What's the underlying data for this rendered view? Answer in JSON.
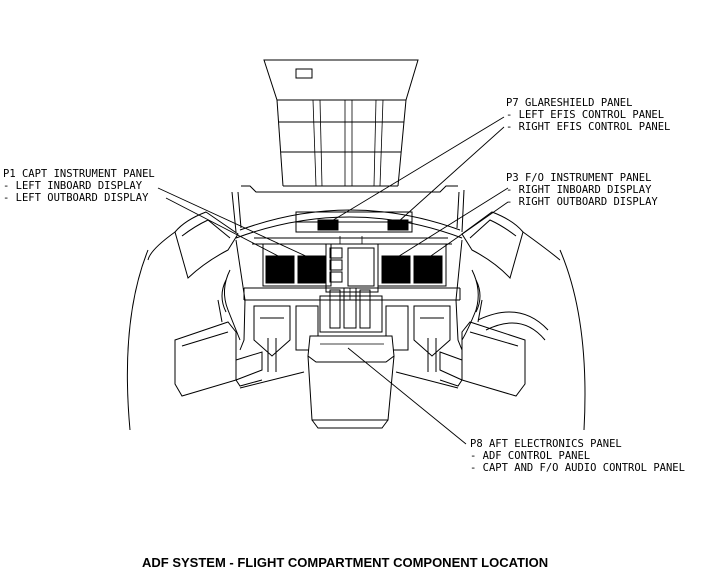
{
  "callouts": {
    "p7": {
      "title": "P7 GLARESHIELD PANEL",
      "items": [
        "- LEFT EFIS CONTROL PANEL",
        "- RIGHT EFIS CONTROL PANEL"
      ]
    },
    "p1": {
      "title": "P1 CAPT INSTRUMENT PANEL",
      "items": [
        "- LEFT INBOARD DISPLAY",
        "- LEFT OUTBOARD DISPLAY"
      ]
    },
    "p3": {
      "title": "P3 F/O INSTRUMENT PANEL",
      "items": [
        "- RIGHT INBOARD DISPLAY",
        "- RIGHT OUTBOARD DISPLAY"
      ]
    },
    "p8": {
      "title": "P8 AFT ELECTRONICS PANEL",
      "items": [
        "- ADF CONTROL PANEL",
        "- CAPT AND F/O AUDIO CONTROL PANEL"
      ]
    }
  },
  "caption": "ADF SYSTEM - FLIGHT COMPARTMENT COMPONENT LOCATION"
}
